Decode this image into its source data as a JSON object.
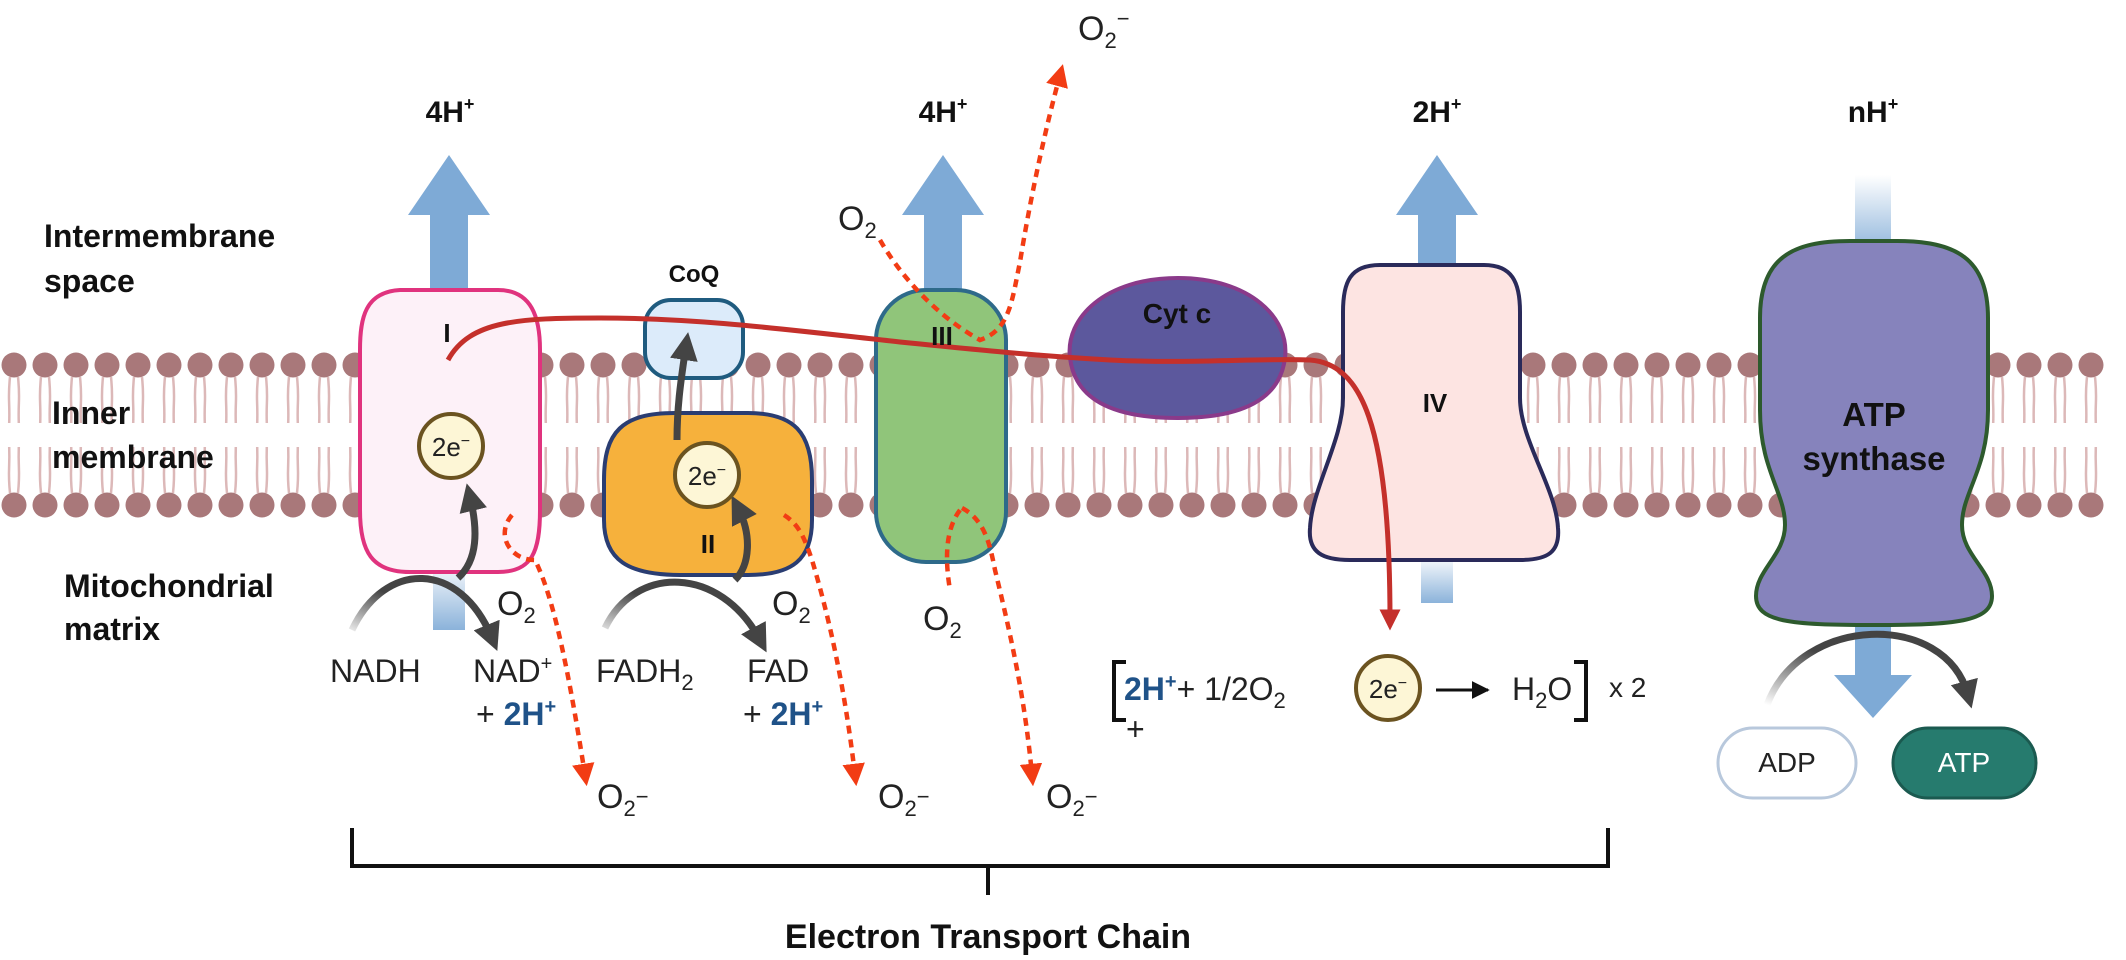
{
  "regions": {
    "intermembrane": [
      "Intermembrane",
      "space"
    ],
    "inner": [
      "Inner",
      "membrane"
    ],
    "matrix": [
      "Mitochondrial",
      "matrix"
    ]
  },
  "complexes": {
    "c1": "I",
    "coq": "CoQ",
    "c2": "II",
    "c3": "III",
    "cytc": "Cyt c",
    "c4": "IV",
    "atp_synthase": [
      "ATP",
      "synthase"
    ]
  },
  "protons": {
    "c1": "4H",
    "c3": "4H",
    "c4": "2H",
    "atp": "nH",
    "plus": "+"
  },
  "electrons": {
    "label": "2e",
    "minus": "−"
  },
  "oxygen": {
    "o": "O",
    "sub": "2",
    "radical": "−"
  },
  "substrates": {
    "nadh": "NADH",
    "nad": "NAD",
    "plus_2h": "+ ",
    "two_h": "2H",
    "fadh": "FADH",
    "fadh_sub": "2",
    "fad": "FAD"
  },
  "reaction": {
    "two_h": "2H",
    "plus": "+",
    "half_o2": "+ 1/2O",
    "o2_sub": "2",
    "h2o_h": "H",
    "h2o_sub": "2",
    "h2o_o": "O",
    "times": "x 2"
  },
  "atp": {
    "adp": "ADP",
    "atp": "ATP"
  },
  "footer": {
    "title": "Electron Transport Chain"
  },
  "colors": {
    "proton_arrow": "#7eaad6",
    "lipid_head": "#a9787a",
    "lipid_tail": "#dcb8b8",
    "c1_fill": "#fdf1f8",
    "c1_stroke": "#e0337e",
    "coq_fill": "#dcebfa",
    "coq_stroke": "#1f5b7f",
    "c2_fill": "#f6b13c",
    "c2_stroke": "#2a3d72",
    "c3_fill": "#90c57a",
    "c3_stroke": "#2e6a8a",
    "cytc_fill": "#5c589d",
    "cytc_stroke": "#8a3a8a",
    "c4_fill": "#fde4e2",
    "c4_stroke": "#2a2a5a",
    "atp_fill": "#8683bc",
    "atp_stroke": "#2d5a2d",
    "electron_path": "#c4302b",
    "ros_arrow": "#f23c14",
    "electron_fill": "#fdf6d6",
    "electron_stroke": "#6b5320",
    "adp_fill": "#ffffff",
    "adp_stroke": "#b8c8dc",
    "atp_pill": "#267b6e",
    "proton_text": "#1f5288"
  }
}
